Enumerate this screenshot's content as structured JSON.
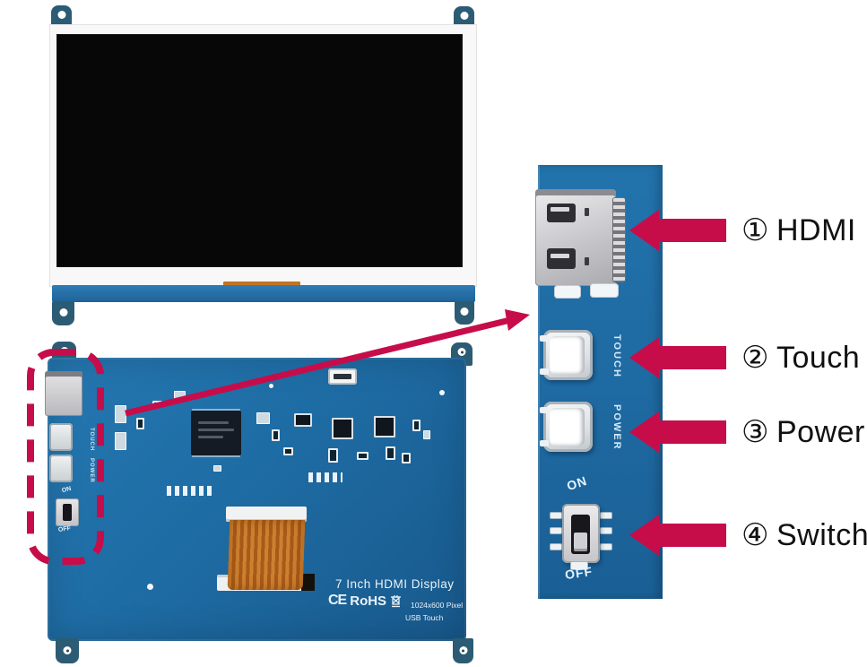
{
  "title": "7 inch HDMI display annotated connector diagram",
  "colors": {
    "arrow-red": "#C60D4A",
    "pcb-blue": "#1E6DA6",
    "pcb-blue-dark": "#16507C",
    "tab-slate": "#2C5C74",
    "screen-black": "#070707",
    "silver": "#CBCBCD",
    "copper": "#C17427",
    "label-black": "#111111",
    "silk-white": "#EAF2F8"
  },
  "annotations": [
    {
      "number": "①",
      "label": "HDMI"
    },
    {
      "number": "②",
      "label": "Touch"
    },
    {
      "number": "③",
      "label": "Power"
    },
    {
      "number": "④",
      "label": "Switch"
    }
  ],
  "zoom_panel": {
    "touch_port_label": "TOUCH",
    "power_port_label": "POWER",
    "switch_on_label": "ON",
    "switch_off_label": "OFF"
  },
  "back_board": {
    "touch_port_label": "TOUCH",
    "power_port_label": "POWER",
    "switch_on_label": "ON",
    "switch_off_label": "OFF",
    "silkscreen": {
      "product": "7 Inch HDMI Display",
      "ce_mark": "CE",
      "rohs": "RoHS",
      "resolution": "1024x600 Pixel",
      "touch_type": "USB Touch"
    }
  }
}
